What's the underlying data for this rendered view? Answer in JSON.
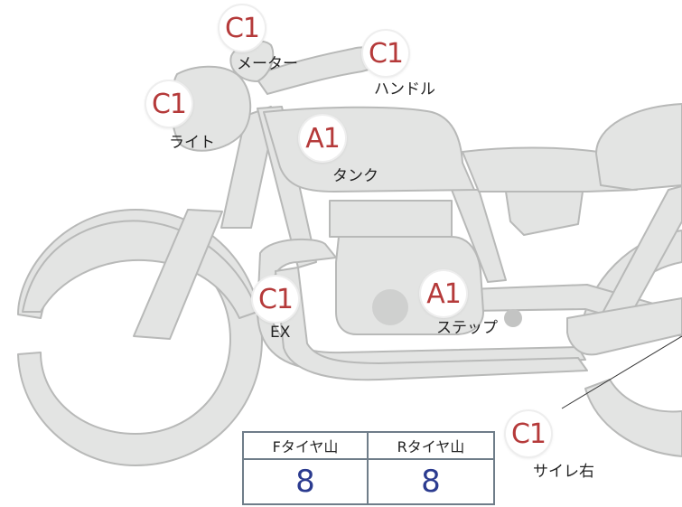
{
  "inspection_labels": [
    {
      "grade": "C1",
      "part": "メーター"
    },
    {
      "grade": "C1",
      "part": "ハンドル"
    },
    {
      "grade": "C1",
      "part": "ライト"
    },
    {
      "grade": "A1",
      "part": "タンク"
    },
    {
      "grade": "C1",
      "part": "EX"
    },
    {
      "grade": "A1",
      "part": "ステップ"
    },
    {
      "grade": "C1",
      "part": "サイレ右"
    }
  ],
  "tread_table": {
    "front_header": "Fタイヤ山",
    "rear_header": "Rタイヤ山",
    "front_value": "8",
    "rear_value": "8"
  },
  "colors": {
    "bike_fill": "#e3e4e3",
    "bike_outline": "#b8b9b8",
    "grade_text": "#b53a3a",
    "value_text": "#2b3b8f",
    "table_border": "#6f7d89"
  }
}
